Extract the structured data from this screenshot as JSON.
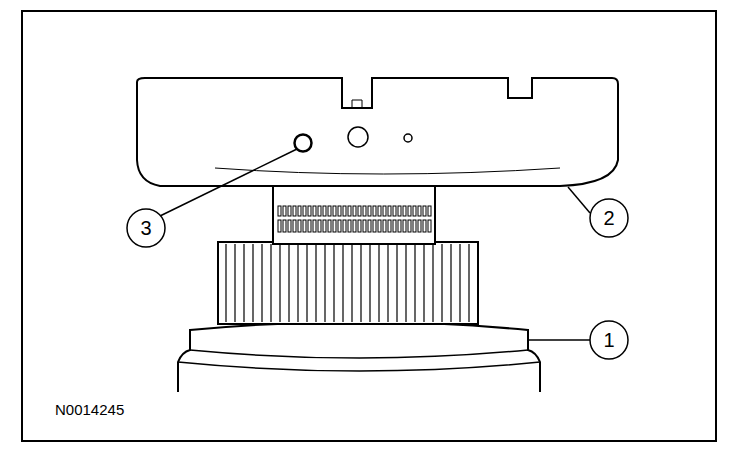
{
  "diagram": {
    "labels": [
      "3",
      "2",
      "1",
      "N0014245"
    ]
  }
}
